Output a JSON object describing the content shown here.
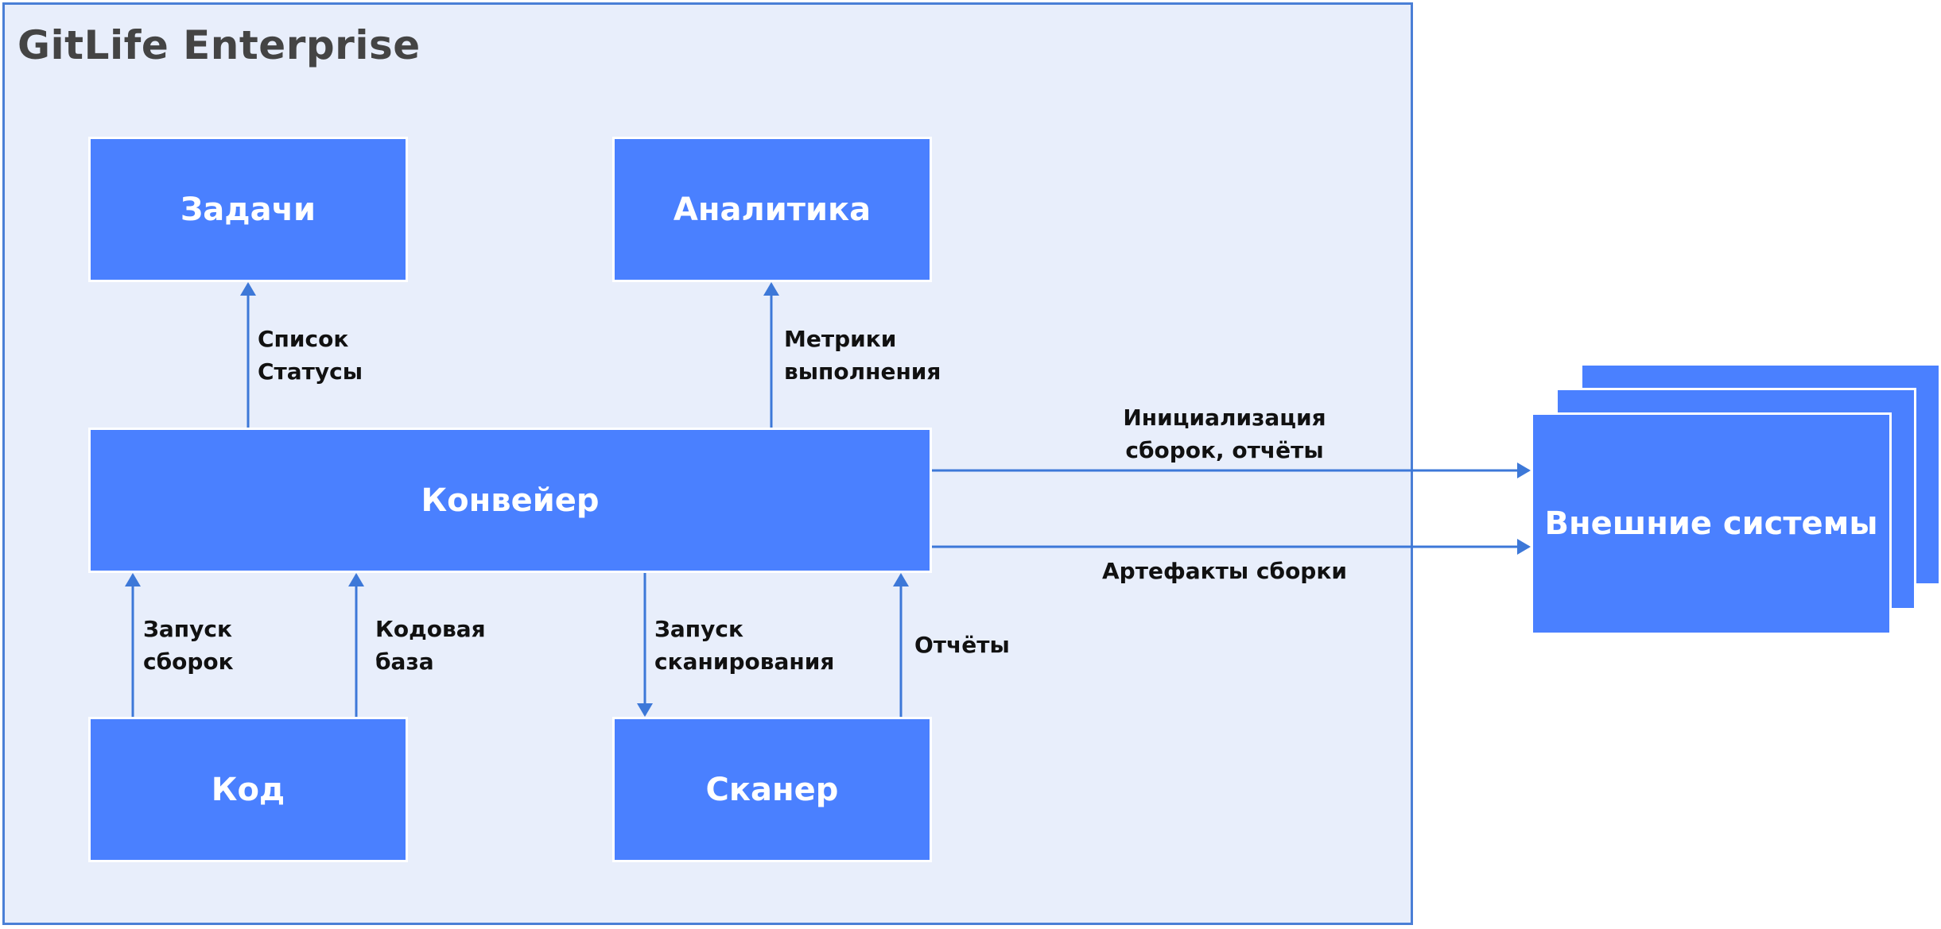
{
  "boundary": {
    "title": "GitLife Enterprise"
  },
  "nodes": {
    "tasks": "Задачи",
    "analytics": "Аналитика",
    "pipeline": "Конвейер",
    "code": "Код",
    "scanner": "Сканер",
    "external": "Внешние системы"
  },
  "edges": {
    "pipeline_to_tasks": [
      "Список",
      "Статусы"
    ],
    "pipeline_to_analytics": [
      "Метрики",
      "выполнения"
    ],
    "code_launch_builds": [
      "Запуск",
      "сборок"
    ],
    "code_codebase": [
      "Кодовая",
      "база"
    ],
    "pipeline_to_scanner": [
      "Запуск",
      "сканирования"
    ],
    "scanner_reports": [
      "Отчёты"
    ],
    "pipeline_to_external": [
      "Инициализация",
      "сборок, отчёты"
    ],
    "pipeline_artifacts": [
      "Артефакты сборки"
    ]
  },
  "colors": {
    "node_fill": "#4a80ff",
    "boundary_fill": "#e8eefb",
    "boundary_border": "#4a7fd6",
    "edge": "#3d78d8"
  }
}
